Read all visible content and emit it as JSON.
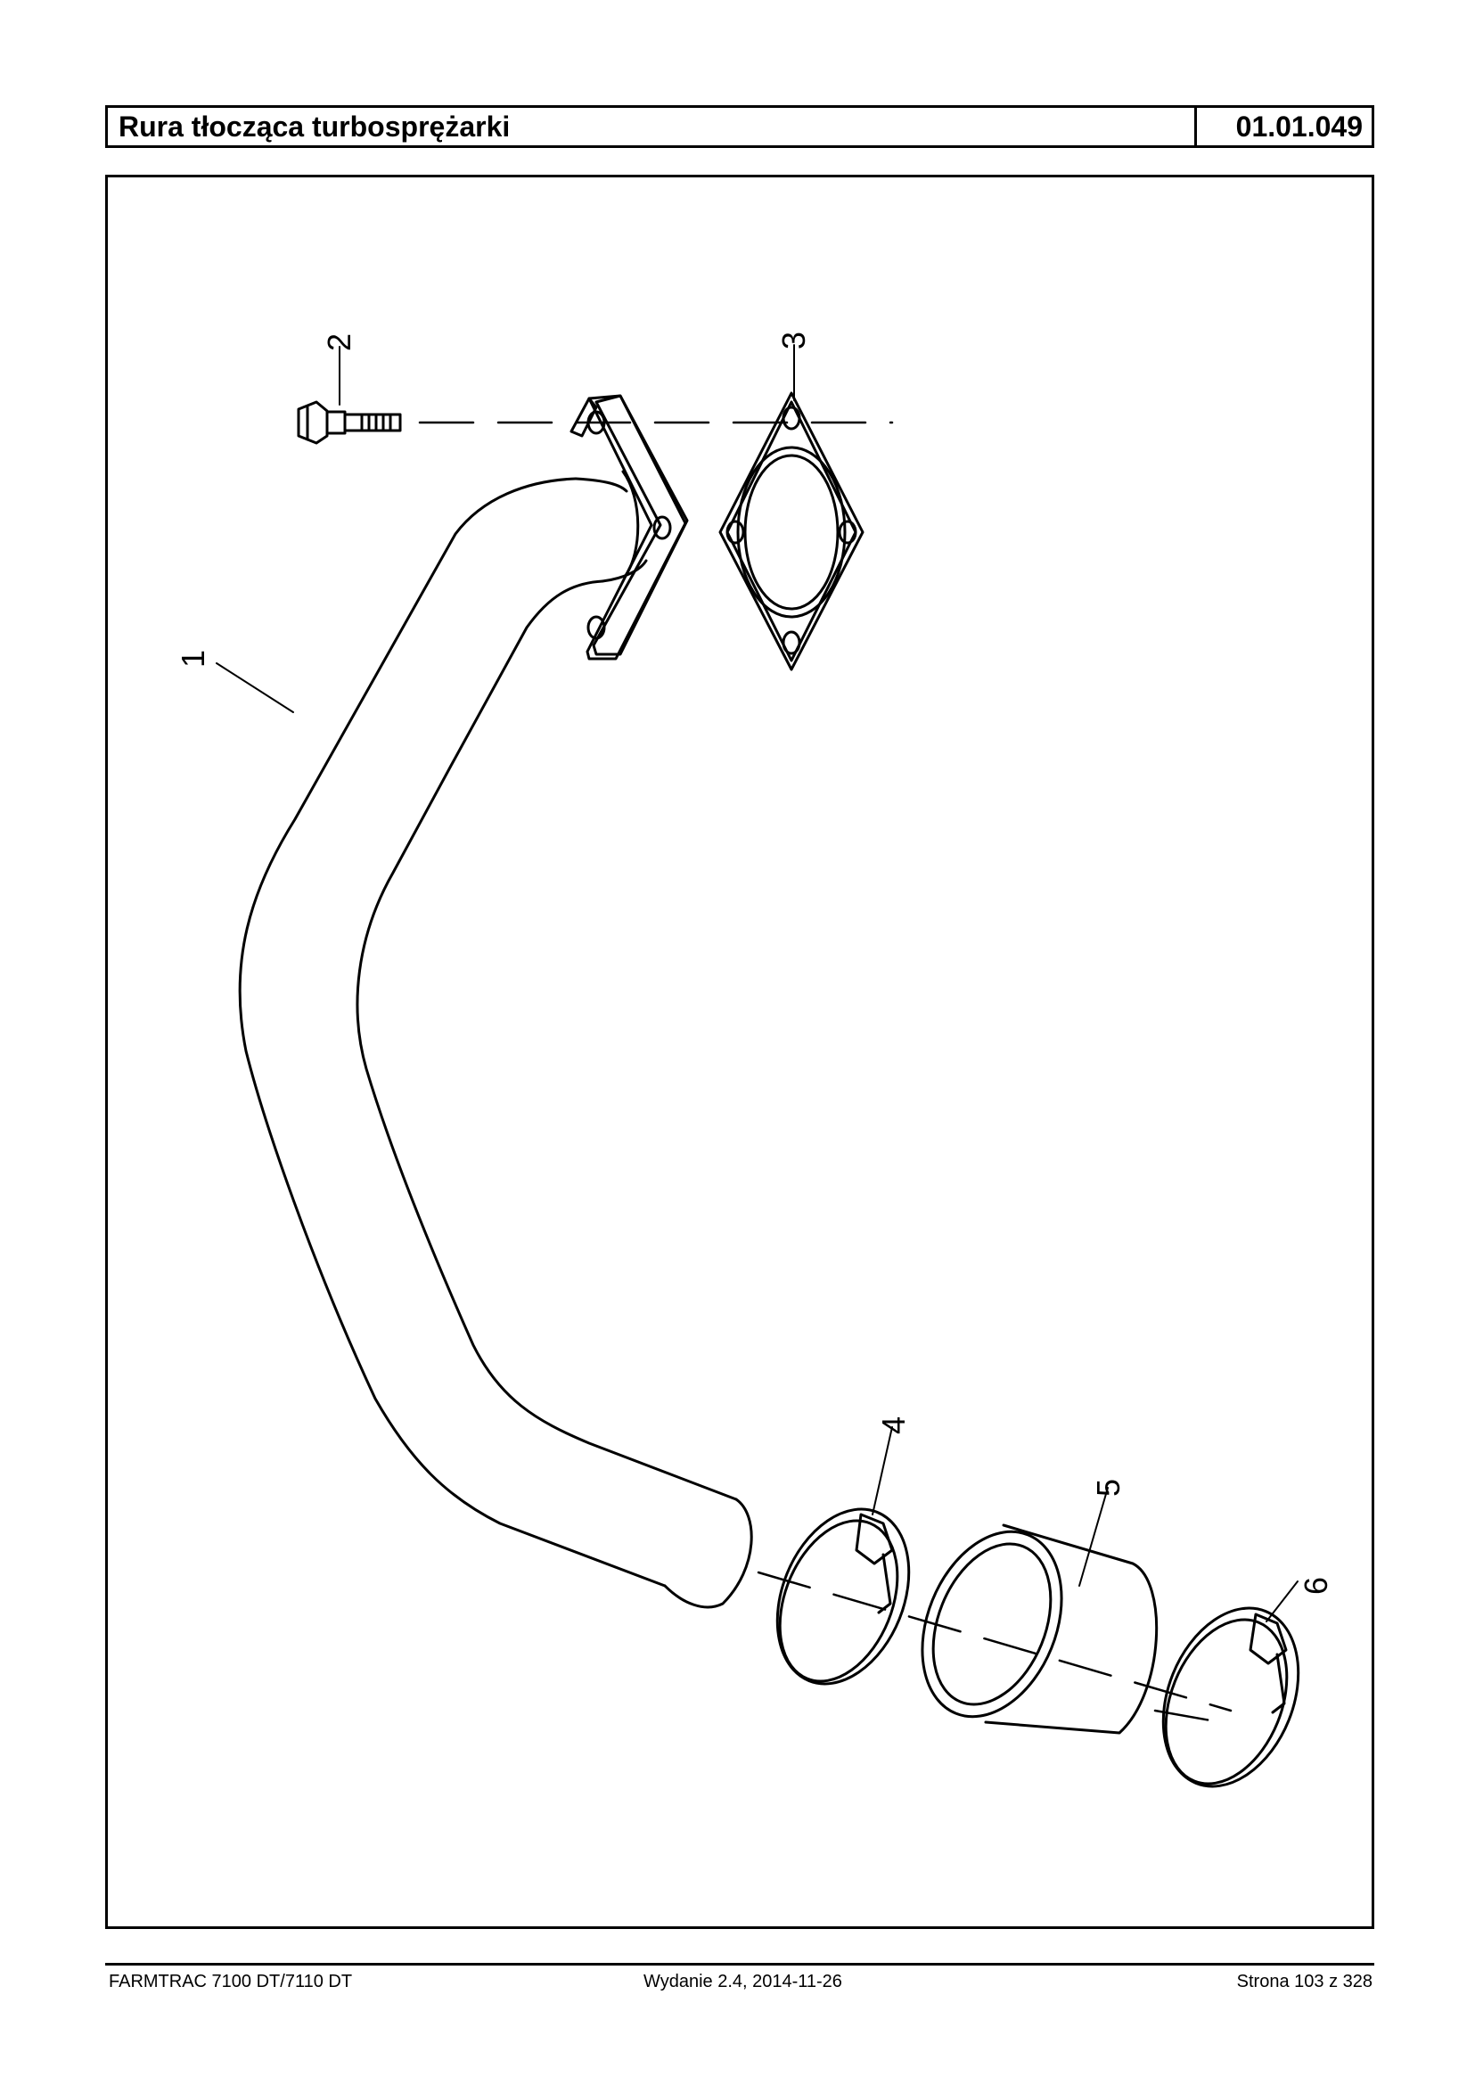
{
  "header": {
    "title": "Rura tłocząca turbosprężarki",
    "code": "01.01.049"
  },
  "diagram": {
    "callouts": [
      "1",
      "2",
      "3",
      "4",
      "5",
      "6"
    ]
  },
  "footer": {
    "model": "FARMTRAC 7100 DT/7110 DT",
    "edition": "Wydanie 2.4,  2014-11-26",
    "page": "Strona 103 z 328"
  }
}
